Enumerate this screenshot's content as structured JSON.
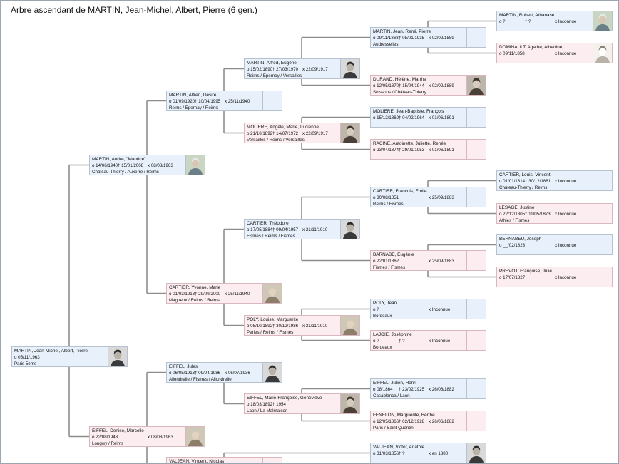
{
  "title": "Arbre ascendant de MARTIN, Jean-Michel, Albert, Pierre  (6 gen.)",
  "persons": [
    {
      "id": "p1",
      "sex": "m",
      "name": "MARTIN, Jean-Michel, Albert, Pierre",
      "birth": "o 05/11/1963",
      "death": "",
      "marriage": "",
      "place": "Paris 5ème",
      "photo": "man-photo"
    },
    {
      "id": "p2",
      "sex": "m",
      "name": "MARTIN, André, \"Maurice\"",
      "birth": "o 14/06/1940",
      "death": "† 15/01/2008",
      "marriage": "x 08/08/1963",
      "place": "Château-Thierry / Auxerre / Reims",
      "photo": "old-man-photo"
    },
    {
      "id": "p3",
      "sex": "f",
      "name": "EIFFEL, Denise, Marcelle",
      "birth": "o 22/08/1943",
      "death": "",
      "marriage": "x 08/08/1963",
      "place": "Longwy / Reims",
      "photo": "old-woman-photo"
    },
    {
      "id": "p4",
      "sex": "m",
      "name": "MARTIN, Alfred, Désiré",
      "birth": "o 01/09/1920",
      "death": "† 10/04/1995",
      "marriage": "x 25/11/1940",
      "place": "Reims / Epernay / Reims",
      "photo": ""
    },
    {
      "id": "p5",
      "sex": "f",
      "name": "CARTIER, Yvonne, Marie",
      "birth": "o 01/03/1918",
      "death": "† 29/09/2000",
      "marriage": "x 25/11/1940",
      "place": "Magneux / Reims / Reims",
      "photo": "old-woman-photo"
    },
    {
      "id": "p6",
      "sex": "m",
      "name": "EIFFEL, Jules",
      "birth": "o 06/05/1913",
      "death": "† 09/04/1986",
      "marriage": "x 06/07/1936",
      "place": "Allondrelle / Fismes / Allondrelle",
      "photo": "man-photo"
    },
    {
      "id": "p7",
      "sex": "f",
      "name": "VALJEAN, Vincent, Nicolas",
      "birth": "",
      "death": "",
      "marriage": "",
      "place": "",
      "photo": ""
    },
    {
      "id": "p8",
      "sex": "m",
      "name": "MARTIN, Alfred, Eugène",
      "birth": "o 15/02/1890",
      "death": "† 27/03/1970",
      "marriage": "x 22/09/1917",
      "place": "Reims / Epernay / Versailles",
      "photo": "man-photo"
    },
    {
      "id": "p9",
      "sex": "f",
      "name": "MOLIERE, Angèle, Marie, Lucienne",
      "birth": "o 21/10/1892",
      "death": "† 14/07/1972",
      "marriage": "x 22/09/1917",
      "place": "Versailles / Reims / Versailles",
      "photo": "woman-photo"
    },
    {
      "id": "p10",
      "sex": "m",
      "name": "CARTIER, Théodore",
      "birth": "o 17/05/1884",
      "death": "† 09/04/1957",
      "marriage": "x 21/11/1910",
      "place": "Fismes / Reims / Fismes",
      "photo": "man-photo"
    },
    {
      "id": "p11",
      "sex": "f",
      "name": "POLY, Louise, Marguerite",
      "birth": "o 08/10/1892",
      "death": "† 30/12/1986",
      "marriage": "x 21/11/1910",
      "place": "Perles / Reims / Fismes",
      "photo": "old-woman-photo"
    },
    {
      "id": "p12",
      "sex": "f",
      "name": "EIFFEL, Marie-Françoise, Geneviève",
      "birth": "o 18/03/1892",
      "death": "† 1954",
      "marriage": "",
      "place": "Laon / La Malmaison",
      "photo": "woman-photo"
    },
    {
      "id": "p13",
      "sex": "m",
      "name": "MARTIN, Jean, René, Pierre",
      "birth": "o 09/11/1868",
      "death": "† 05/01/1935",
      "marriage": "x 02/02/1889",
      "place": "Audresselles",
      "photo": ""
    },
    {
      "id": "p14",
      "sex": "f",
      "name": "DURAND, Hélène, Marthe",
      "birth": "o 12/05/1870",
      "death": "† 15/04/1944",
      "marriage": "x 02/02/1889",
      "place": "Soissons / Château-Thierry",
      "photo": "woman-photo"
    },
    {
      "id": "p15",
      "sex": "m",
      "name": "MOLIERE, Jean-Baptiste, François",
      "birth": "o 15/12/1869",
      "death": "† 04/02/1964",
      "marriage": "x 01/06/1891",
      "place": "",
      "photo": ""
    },
    {
      "id": "p16",
      "sex": "f",
      "name": "RACINE, Antoinette, Juliette, Renée",
      "birth": "o 23/04/1874",
      "death": "† 29/01/1953",
      "marriage": "x 01/06/1891",
      "place": "",
      "photo": ""
    },
    {
      "id": "p17",
      "sex": "m",
      "name": "CARTIER, François, Emile",
      "birth": "o 30/08/1851",
      "death": "",
      "marriage": "x 25/09/1883",
      "place": "Reims / Fismes",
      "photo": ""
    },
    {
      "id": "p18",
      "sex": "f",
      "name": "BARNABE, Eugénie",
      "birth": "o 22/01/1862",
      "death": "",
      "marriage": "x 25/09/1883",
      "place": "Fismes / Fismes",
      "photo": ""
    },
    {
      "id": "p19",
      "sex": "m",
      "name": "POLY, Jean",
      "birth": "o ?",
      "death": "",
      "marriage": "x Inconnue",
      "place": "Bordeaux",
      "photo": ""
    },
    {
      "id": "p20",
      "sex": "f",
      "name": "LAJOIE, Joséphine",
      "birth": "o ?",
      "death": "† ?",
      "marriage": "x Inconnue",
      "place": "Bordeaux",
      "photo": ""
    },
    {
      "id": "p21",
      "sex": "m",
      "name": "EIFFEL, Julien, Henri",
      "birth": "o 08/1864",
      "death": "† 23/02/1925",
      "marriage": "x 26/06/1882",
      "place": "Casablanca / Laon",
      "photo": ""
    },
    {
      "id": "p22",
      "sex": "f",
      "name": "FENELON, Marguerite, Berthe",
      "birth": "o 12/05/1866",
      "death": "† 02/12/1928",
      "marriage": "x 26/06/1882",
      "place": "Paris / Saint Quentin",
      "photo": ""
    },
    {
      "id": "p23",
      "sex": "m",
      "name": "VALJEAN, Victor, Anatole",
      "birth": "o 31/03/1856",
      "death": "† ?",
      "marriage": "x en 1880",
      "place": "",
      "photo": "man-photo"
    },
    {
      "id": "p24",
      "sex": "m",
      "name": "MARTIN, Robert, Athanase",
      "birth": "o ?",
      "death": "† ?",
      "marriage": "x Inconnue",
      "place": "",
      "photo": "old-man-photo"
    },
    {
      "id": "p25",
      "sex": "f",
      "name": "DOMINAULT, Agathe, Albertine",
      "birth": "o 09/11/1858",
      "death": "",
      "marriage": "x Inconnue",
      "place": "",
      "photo": "sketch-photo"
    },
    {
      "id": "p26",
      "sex": "m",
      "name": "CARTIER, Louis, Vincent",
      "birth": "o 01/01/1814",
      "death": "† 30/12/1861",
      "marriage": "x Inconnue",
      "place": "Château-Thierry / Reims",
      "photo": ""
    },
    {
      "id": "p27",
      "sex": "f",
      "name": "LESAGE, Justine",
      "birth": "o 22/12/1805",
      "death": "† 11/05/1873",
      "marriage": "x Inconnue",
      "place": "Athies / Fismes",
      "photo": ""
    },
    {
      "id": "p28",
      "sex": "m",
      "name": "BERNABEU, Joseph",
      "birth": "o __/02/1823",
      "death": "",
      "marriage": "x Inconnue",
      "place": "",
      "photo": ""
    },
    {
      "id": "p29",
      "sex": "f",
      "name": "PREVOT, Françoise, Julie",
      "birth": "o 17/07/1827",
      "death": "",
      "marriage": "x Inconnue",
      "place": "",
      "photo": ""
    }
  ]
}
